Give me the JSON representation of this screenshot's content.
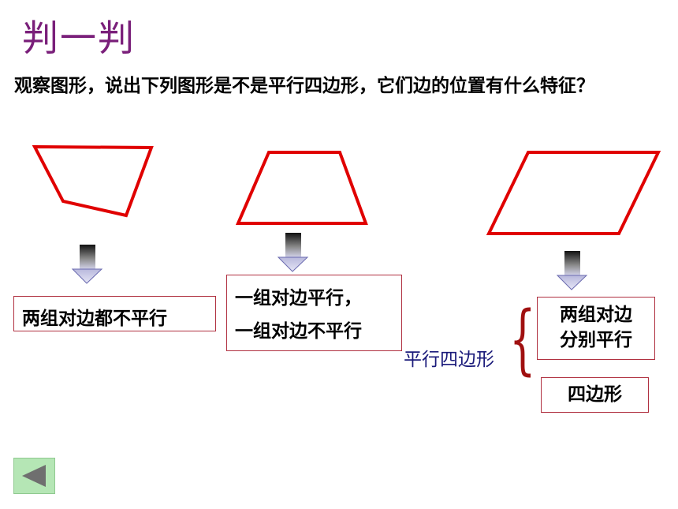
{
  "title": "判一判",
  "question": "观察图形，说出下列图形是不是平行四边形，它们边的位置有什么特征？",
  "boxes": {
    "no_parallel": "两组对边都不平行",
    "one_pair_line1": "一组对边平行，",
    "one_pair_line2": "一组对边不平行",
    "two_pairs_line1": "两组对边",
    "two_pairs_line2": "分别平行",
    "quadrilateral": "四边形"
  },
  "parallelogram_label": "平行四边形",
  "brace_glyph": "{",
  "colors": {
    "title": "#7a1f7a",
    "shape_stroke": "#e00000",
    "box_border": "#b03040",
    "label": "#1a1a7a",
    "brace": "#a01010",
    "back_button": "#b5e6b5"
  },
  "icons": [
    "down-arrow-icon",
    "back-arrow-icon"
  ]
}
